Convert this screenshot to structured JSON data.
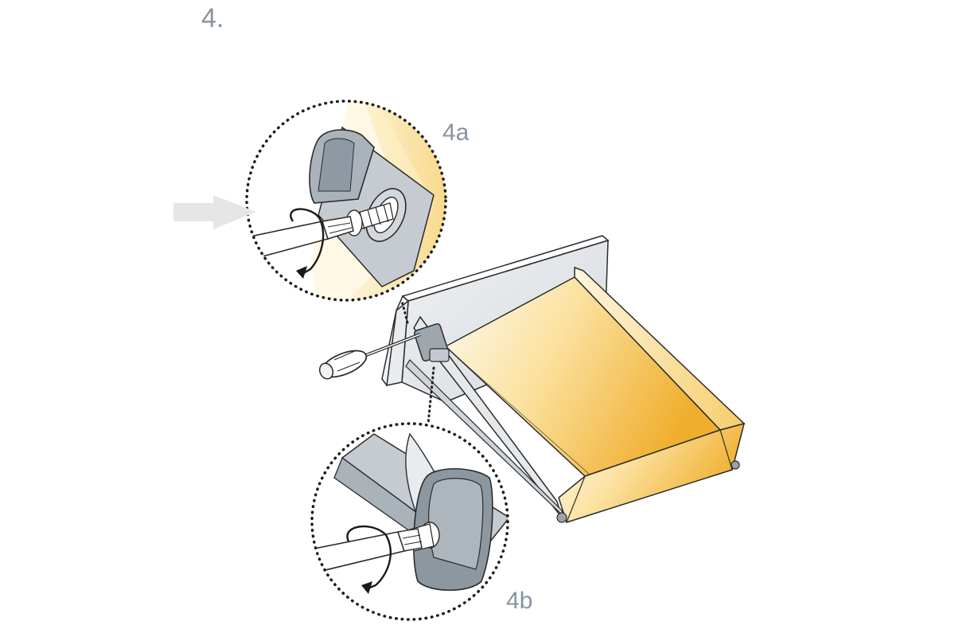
{
  "step": {
    "number": "4."
  },
  "details": [
    {
      "label": "4a"
    },
    {
      "label": "4b"
    }
  ],
  "icons": {
    "direction": "arrow-right-icon",
    "rotation": "rotate-arrow-icon",
    "tool": "screwdriver-icon"
  },
  "colors": {
    "wood_light": "#fdf3d2",
    "wood_dark": "#f2b233",
    "bracket_gray": "#b7bfc7",
    "label_gray": "#8794a0",
    "arrow_gray": "#e6e6e6",
    "outline": "#2b2b2b"
  }
}
